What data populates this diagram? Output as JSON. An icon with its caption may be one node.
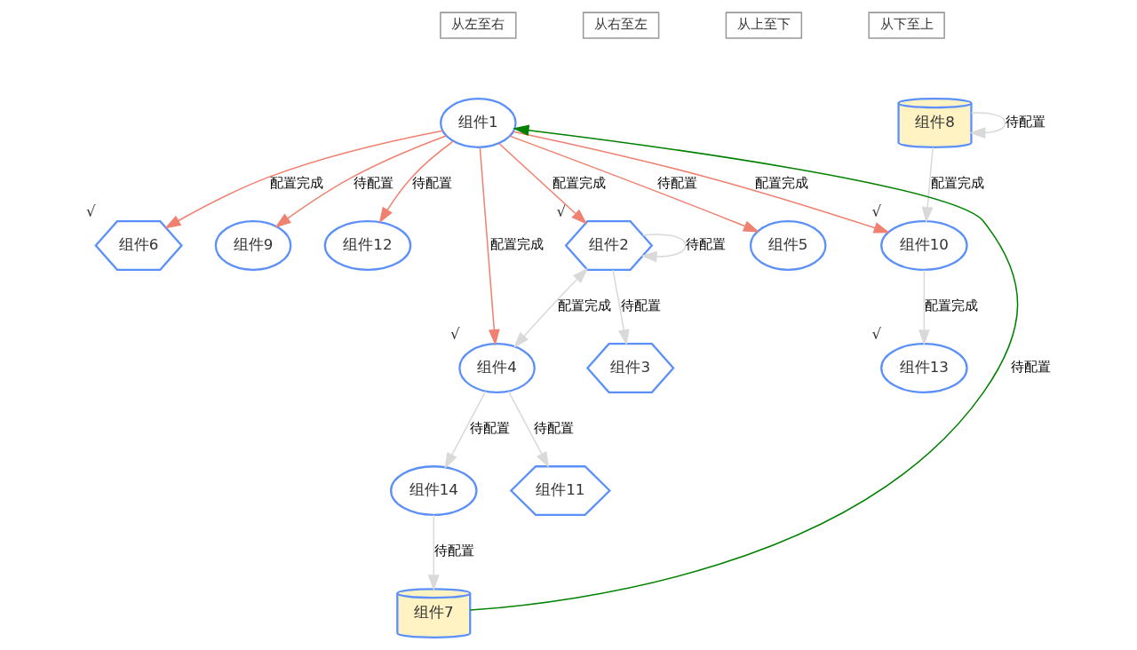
{
  "diagram": {
    "nodes": [
      {
        "text": [
          "组件1"
        ]
      },
      {
        "text": [
          "组件8"
        ]
      },
      {
        "text": [
          "组件2"
        ],
        "beside": [
          "√"
        ]
      },
      {
        "text": [
          "组件5"
        ]
      },
      {
        "text": [
          "组件6"
        ],
        "beside": [
          "√"
        ]
      },
      {
        "text": [
          "组件9"
        ]
      },
      {
        "text": [
          "组件12"
        ]
      },
      {
        "text": [
          "组件10"
        ],
        "beside": [
          "√"
        ]
      },
      {
        "text": [
          "组件3"
        ]
      },
      {
        "text": [
          "组件4"
        ],
        "beside": [
          "√"
        ]
      },
      {
        "text": [
          "组件13"
        ],
        "beside": [
          "√"
        ]
      },
      {
        "text": [
          "组件11"
        ]
      },
      {
        "text": [
          "组件14"
        ]
      },
      {
        "text": [
          "组件7"
        ]
      }
    ],
    "edges": [
      {
        "from": 0,
        "to": 2,
        "arrow": "to",
        "label": "配置完成",
        "color": "#f08070"
      },
      {
        "from": 0,
        "to": 3,
        "arrow": "to",
        "label": "待配置",
        "color": "#f08070"
      },
      {
        "from": 0,
        "to": 4,
        "arrow": "to",
        "label": "配置完成",
        "color": "#f08070"
      },
      {
        "from": 0,
        "to": 5,
        "arrow": "to",
        "label": "待配置",
        "color": "#f08070"
      },
      {
        "from": 0,
        "to": 9,
        "arrow": "to",
        "label": "配置完成",
        "color": "#f08070"
      },
      {
        "from": 0,
        "to": 6,
        "arrow": "to",
        "label": "待配置",
        "color": "#f08070"
      },
      {
        "from": 0,
        "to": 7,
        "arrow": "to",
        "label": "配置完成",
        "color": "#f08070"
      },
      {
        "from": 1,
        "to": 1,
        "arrow": "to",
        "label": "待配置"
      },
      {
        "from": 1,
        "to": 7,
        "arrow": "to",
        "label": "配置完成"
      },
      {
        "from": 2,
        "to": 2,
        "arrow": "to",
        "label": "待配置"
      },
      {
        "from": 2,
        "to": 8,
        "arrow": "to",
        "label": "待配置"
      },
      {
        "from": 2,
        "to": 9,
        "arrow": "both",
        "label": "配置完成"
      },
      {
        "from": 7,
        "to": 10,
        "arrow": "to",
        "label": "配置完成"
      },
      {
        "from": 9,
        "to": 11,
        "arrow": "to",
        "label": "待配置"
      },
      {
        "from": 9,
        "to": 12,
        "arrow": "to",
        "label": "待配置"
      },
      {
        "from": 12,
        "to": 13,
        "arrow": "to",
        "label": "待配置"
      },
      {
        "from": 13,
        "to": 0,
        "arrow": "to",
        "label": "待配置",
        "color": "#008000"
      }
    ],
    "labels": [
      "从左至右",
      "从右至左",
      "从上至下",
      "从下至上"
    ]
  }
}
